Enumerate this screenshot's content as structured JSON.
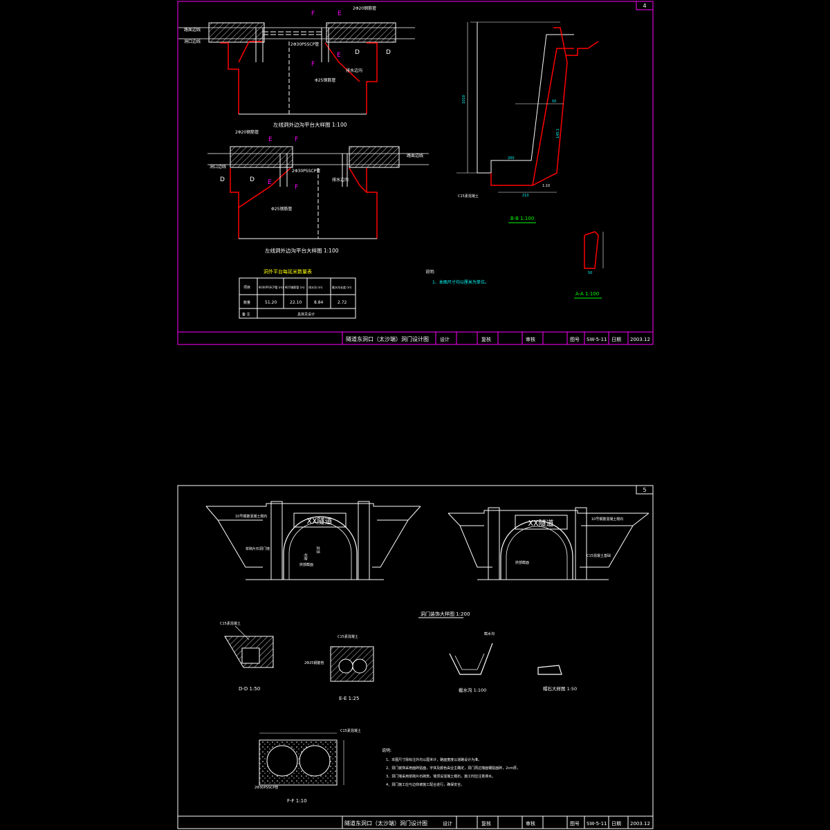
{
  "sheet1": {
    "page_no": "4",
    "section_marks": {
      "e": "E",
      "f": "F",
      "d": "D"
    },
    "plan_upper_title": "左线洞外边沟平台大样图 1:100",
    "plan_lower_title": "左线洞外边沟平台大样图 1:100",
    "section_bb_title": "B-B 1:100",
    "section_aa_title": "A-A 1:100",
    "table": {
      "title": "洞外平台每延米数量表",
      "headers": [
        "项目",
        "Φ300PSSCP管 (m)",
        "Φ25钢筋管 (m)",
        "排水沟 (m)",
        "截水沟长度 (m)"
      ],
      "row_label": "数量",
      "values": [
        "51.20",
        "22.10",
        "8.84",
        "2.72"
      ],
      "note_label": "备 注",
      "note_text": "具体见设计"
    },
    "notes_title": "说明:",
    "notes_text": "1、本图尺寸均以厘米为单位。",
    "labels": {
      "pipe_top": "2Φ20钢筋管",
      "pssc": "2Φ30PSSCP管",
      "phi25": "Φ25钢筋管",
      "drain": "排水边沟",
      "road_edge": "路面边线",
      "hole_edge": "洞口边线",
      "dim_200": "200",
      "dim_1010": "1010",
      "dim_210": "210",
      "dim_50": "50",
      "dim_1451": "145.1",
      "dim_110": "1:10",
      "c15_cushion": "C15素混凝土"
    },
    "title_block": {
      "drawing_title": "隧道东洞口（太沙端）洞门设计图",
      "design": "设计",
      "check": "复核",
      "review": "审核",
      "figure_no_label": "图号",
      "figure_no": "SW-5-11",
      "date_label": "日期",
      "date": "2003.12"
    }
  },
  "sheet2": {
    "page_no": "5",
    "tunnel_sign": "XX隧道",
    "portal_title": "洞门装饰大样图 1:200",
    "labels": {
      "cap": "10号钢筋混凝土帽石",
      "facing": "浆砌片石洞门墙",
      "lining": "衬砌",
      "tunnel_top": "拱顶",
      "arch": "拱部截面",
      "foot": "C15混凝土基础",
      "c15": "C15素混凝土",
      "pipe2": "2Φ25钢筋管",
      "ditch": "截水沟",
      "pssc": "2Φ30PSSCP管"
    },
    "dd_title": "D-D 1:50",
    "ee_title": "E-E 1:25",
    "ditch_title": "截水沟 1:100",
    "cap_title": "帽石大样图 1:50",
    "ff_title": "F-F 1:10",
    "notes_title": "说明:",
    "notes": [
      "1、本图尺寸除标注外均以厘米计，路面宽度以道路设计为准。",
      "2、洞门装饰采用面砖贴面，字体及颜色由业主确定，洞门周边墙面镶贴面砖，2cm厚。",
      "3、洞门墙采用浆砌片石砌筑，墙顶设混凝土帽石，施工时应注意排水。",
      "4、洞门施工应与边仰坡施工配合进行，确保安全。"
    ],
    "title_block": {
      "drawing_title": "隧道东洞口（太沙端）洞门设计图",
      "design": "设计",
      "check": "复核",
      "review": "审核",
      "figure_no_label": "图号",
      "figure_no": "SW-5-11",
      "date_label": "日期",
      "date": "2003.12"
    }
  },
  "colors": {
    "background": "#000000",
    "frame": "#ff00ff",
    "red_line": "#ff0000",
    "white_line": "#ffffff",
    "cyan_text": "#00ffff",
    "yellow_text": "#ffff00",
    "green_line": "#00ff00"
  }
}
